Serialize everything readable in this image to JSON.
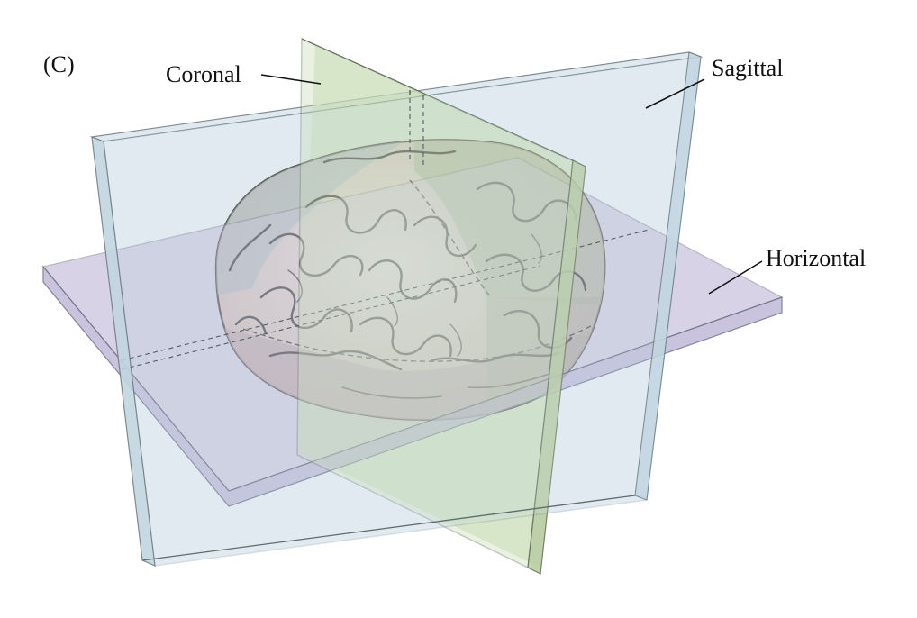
{
  "panel_label": "(C)",
  "labels": {
    "coronal": "Coronal",
    "sagittal": "Sagittal",
    "horizontal": "Horizontal"
  },
  "colors": {
    "sagittal_plane": "#cfe0ea",
    "horizontal_plane": "#c9c3dd",
    "coronal_plane": "#c9dcb4",
    "brain_exposed": "#efe2d8",
    "brain_green_tint": "#a9b597",
    "brain_purple_tint": "#b59ea3",
    "brain_blue_tint": "#9fb3b8"
  }
}
